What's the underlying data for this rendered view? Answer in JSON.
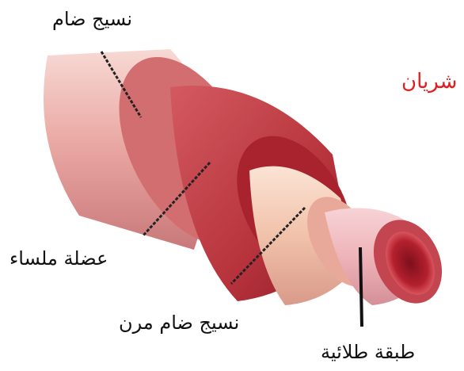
{
  "title": "شريان",
  "title_color": "#e0201f",
  "labels": {
    "connective_tissue": "نسيج ضام",
    "smooth_muscle": "عضلة ملساء",
    "elastic_connective_tissue": "نسيج ضام مرن",
    "epithelial_layer": "طبقة طلائية"
  },
  "colors": {
    "outer_layer": "#e9a39e",
    "muscle_layer": "#c84a4f",
    "elastic_layer": "#f3c9b4",
    "inner_layer": "#efb8bb",
    "lumen": "#b11f2a",
    "leader_line": "#222222"
  }
}
